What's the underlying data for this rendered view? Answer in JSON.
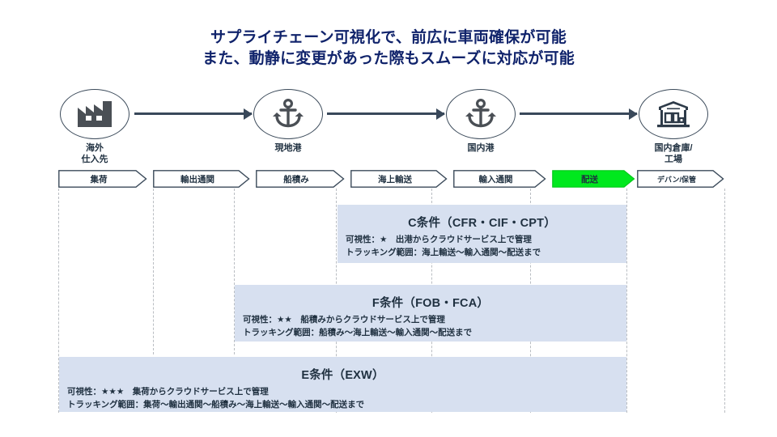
{
  "title": {
    "line1": "サプライチェーン可視化で、前広に車両確保が可能",
    "line2": "また、動静に変更があった際もスムーズに対応が可能",
    "color": "#10236b"
  },
  "nodes": [
    {
      "id": "overseas-supplier",
      "icon": "factory-icon",
      "label_line1": "海外",
      "label_line2": "仕入先"
    },
    {
      "id": "origin-port",
      "icon": "anchor-icon",
      "label_line1": "現地港",
      "label_line2": ""
    },
    {
      "id": "domestic-port",
      "icon": "anchor-icon",
      "label_line1": "国内港",
      "label_line2": ""
    },
    {
      "id": "domestic-warehouse",
      "icon": "warehouse-icon",
      "label_line1": "国内倉庫/",
      "label_line2": "工場"
    }
  ],
  "process_steps": [
    {
      "label": "集荷",
      "highlight": false
    },
    {
      "label": "輸出通関",
      "highlight": false
    },
    {
      "label": "船積み",
      "highlight": false
    },
    {
      "label": "海上輸送",
      "highlight": false
    },
    {
      "label": "輸入通関",
      "highlight": false
    },
    {
      "label": "配送",
      "highlight": true
    },
    {
      "label": "デバン/保管",
      "highlight": false
    }
  ],
  "highlight_color": "#00e81e",
  "box_color": "#d7e0f0",
  "conditions": [
    {
      "id": "c-terms",
      "title": "C条件（CFR・CIF・CPT）",
      "visibility": "可視性：★　出港からクラウドサービス上で管理",
      "tracking": "トラッキング範囲：海上輸送～輸入通関～配送まで"
    },
    {
      "id": "f-terms",
      "title": "F条件（FOB・FCA）",
      "visibility": "可視性：★★　船積みからクラウドサービス上で管理",
      "tracking": "トラッキング範囲：船積み～海上輸送～輸入通関～配送まで"
    },
    {
      "id": "e-terms",
      "title": "E条件（EXW）",
      "visibility": "可視性：★★★　集荷からクラウドサービス上で管理",
      "tracking": "トラッキング範囲：集荷～輸出通関～船積み～海上輸送～輸入通関～配送まで"
    }
  ]
}
